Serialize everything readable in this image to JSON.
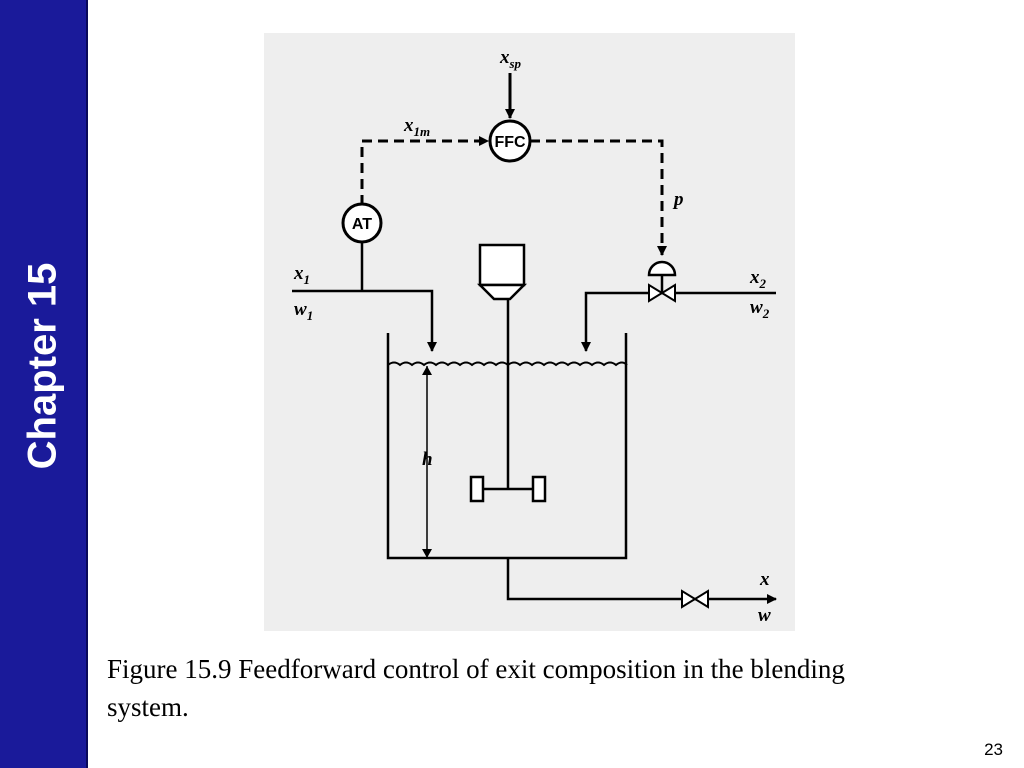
{
  "sidebar": {
    "label": "Chapter 15",
    "color": "#1a1a9a"
  },
  "figure": {
    "labels": {
      "xsp": "x",
      "xsp_sub": "sp",
      "x1m": "x",
      "x1m_sub": "1m",
      "p": "p",
      "x1": "x",
      "x1_sub": "1",
      "w1": "w",
      "w1_sub": "1",
      "x2": "x",
      "x2_sub": "2",
      "w2": "w",
      "w2_sub": "2",
      "h": "h",
      "x_out": "x",
      "w_out": "w"
    },
    "blocks": {
      "ffc": "FFC",
      "at": "AT"
    }
  },
  "caption": "Figure 15.9 Feedforward control of exit composition in the blending system.",
  "page_number": "23"
}
